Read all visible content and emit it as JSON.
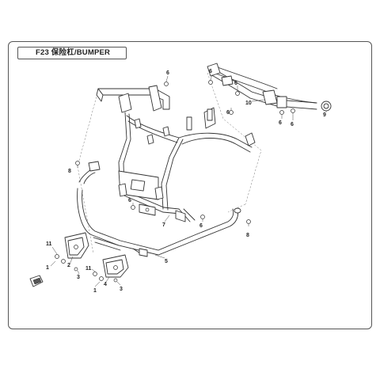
{
  "header": {
    "title": "F23 保险杠/BUMPER"
  },
  "callouts": {
    "c1a": "1",
    "c1b": "1",
    "c2": "2",
    "c3a": "3",
    "c3b": "3",
    "c4": "4",
    "c5": "5",
    "c6a": "6",
    "c6b": "6",
    "c6c": "6",
    "c6d": "6",
    "c6e": "6",
    "c6f": "6",
    "c6g": "6",
    "c7": "7",
    "c8a": "8",
    "c8b": "8",
    "c9": "9",
    "c10": "10",
    "c11a": "11",
    "c11b": "11"
  }
}
